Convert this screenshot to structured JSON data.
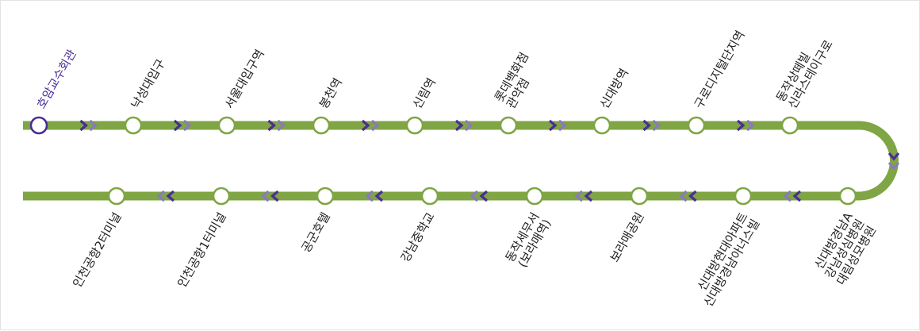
{
  "colors": {
    "line": "#7fa544",
    "arrow_dark": "#4a2d96",
    "arrow_light": "#8a7ab8",
    "station_fill": "#ffffff",
    "current_stroke": "#4a2d96",
    "label": "#222222",
    "current_label": "#4a2d96"
  },
  "route": {
    "current_station_index": 0,
    "top_row": [
      {
        "lines": [
          "호암교수회관"
        ]
      },
      {
        "lines": [
          "낙성대입구"
        ]
      },
      {
        "lines": [
          "서울대입구역"
        ]
      },
      {
        "lines": [
          "봉천역"
        ]
      },
      {
        "lines": [
          "신림역"
        ]
      },
      {
        "lines": [
          "롯데백화점",
          "관악점"
        ]
      },
      {
        "lines": [
          "신대방역"
        ]
      },
      {
        "lines": [
          "구로디지털단지역"
        ]
      },
      {
        "lines": [
          "동작상떼빌",
          "신라스테이구로"
        ]
      }
    ],
    "bottom_row": [
      {
        "lines": [
          "신대방경남A",
          "강남성심병원",
          "대림성모병원"
        ]
      },
      {
        "lines": [
          "신대방현대아파트",
          "신대방경남아너스빌"
        ]
      },
      {
        "lines": [
          "보라매공원"
        ]
      },
      {
        "lines": [
          "동작세무서",
          "(보라매역)"
        ]
      },
      {
        "lines": [
          "강남중학교"
        ]
      },
      {
        "lines": [
          "공군호텔"
        ]
      },
      {
        "lines": [
          "인천공항1터미널"
        ]
      },
      {
        "lines": [
          "인천공항2터미널"
        ]
      }
    ]
  }
}
